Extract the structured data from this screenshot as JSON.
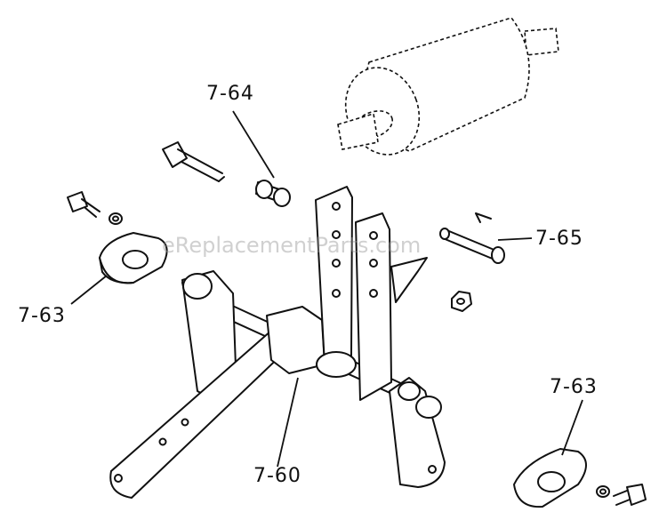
{
  "watermark": "eReplacementParts.com",
  "parts": {
    "label_764": "7-64",
    "label_765": "7-65",
    "label_763_left": "7-63",
    "label_760": "7-60",
    "label_763_right": "7-63"
  },
  "colors": {
    "ink": "#111111",
    "paper": "#ffffff",
    "watermark": "#9a9a9a"
  }
}
